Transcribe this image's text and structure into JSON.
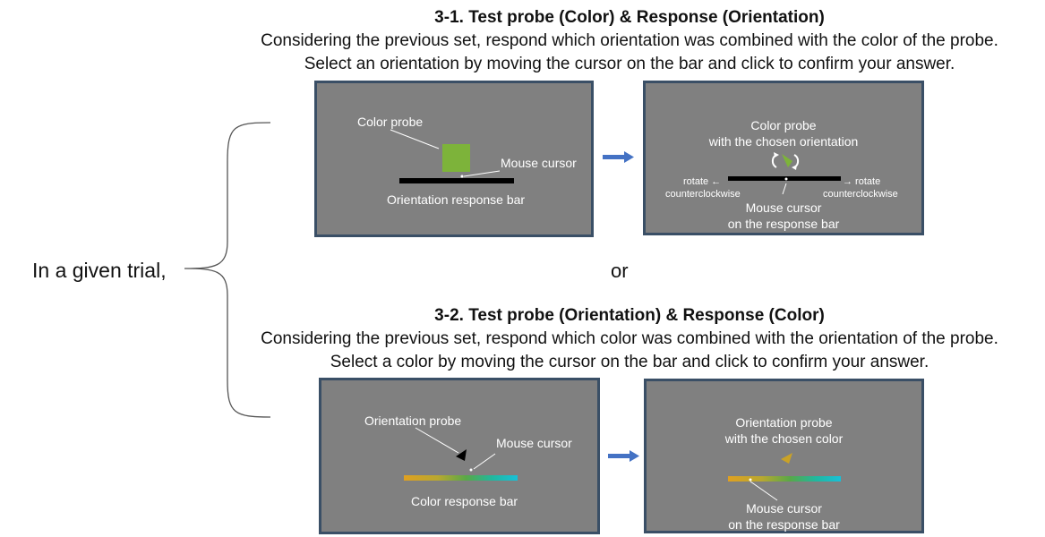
{
  "intro": "In a given trial,",
  "or": "or",
  "section1": {
    "heading": "3-1. Test probe (Color) & Response (Orientation)",
    "line1": "Considering the previous set, respond which orientation was combined with the color of the probe.",
    "line2": "Select an orientation by moving the cursor on the bar and click to confirm your answer.",
    "left_panel": {
      "probe_label": "Color probe",
      "cursor_label": "Mouse cursor",
      "bar_label": "Orientation response bar"
    },
    "right_panel": {
      "probe_label_1": "Color probe",
      "probe_label_2": "with the chosen orientation",
      "rotate_left_1": "rotate ←",
      "rotate_left_2": "counterclockwise",
      "rotate_right_1": "→ rotate",
      "rotate_right_2": "counterclockwise",
      "cursor_label_1": "Mouse cursor",
      "cursor_label_2": "on the response bar"
    }
  },
  "section2": {
    "heading": "3-2. Test probe (Orientation) & Response (Color)",
    "line1": "Considering the previous set, respond which color was combined with the orientation of the probe.",
    "line2": "Select a color by moving the cursor on the bar and click to confirm your answer.",
    "left_panel": {
      "probe_label": "Orientation probe",
      "cursor_label": "Mouse cursor",
      "bar_label": "Color response bar"
    },
    "right_panel": {
      "probe_label_1": "Orientation probe",
      "probe_label_2": "with the chosen color",
      "cursor_label_1": "Mouse cursor",
      "cursor_label_2": "on the response bar"
    }
  },
  "colors": {
    "panel_bg": "#808080",
    "panel_border": "#3a4f66",
    "arrow": "#4472c4",
    "color_probe": "#7db33a",
    "chosen_orientation_probe": "#c9a227"
  }
}
